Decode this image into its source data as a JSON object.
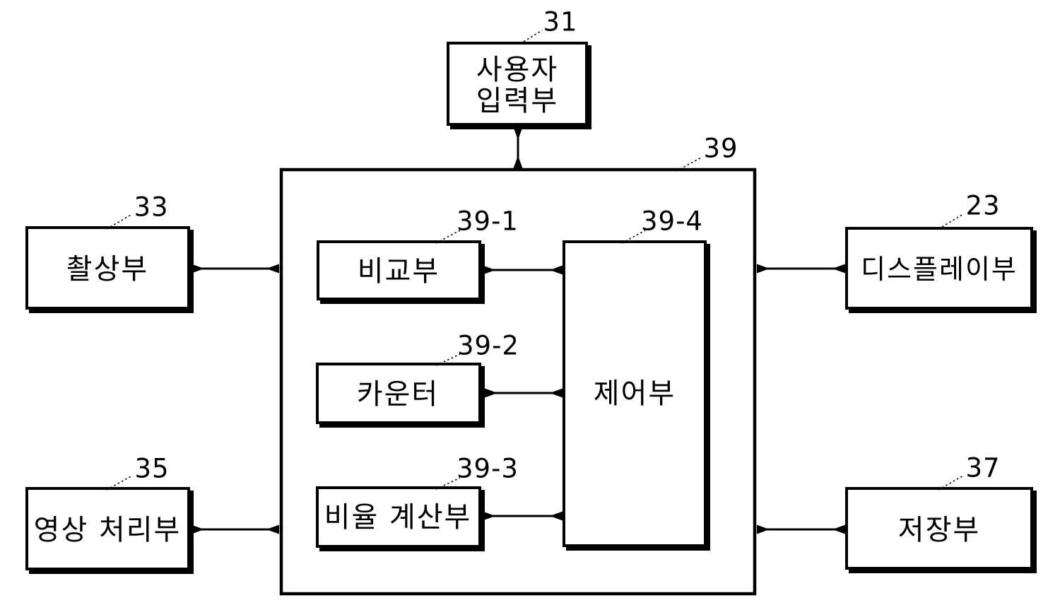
{
  "figure": {
    "type": "block-diagram",
    "background_color": "#ffffff",
    "line_color": "#000000",
    "boxes": {
      "user_input": {
        "ref": "31",
        "label": "사용자 입력부",
        "line1": "사용자",
        "line2": "입력부"
      },
      "main_unit": {
        "ref": "39"
      },
      "imaging": {
        "ref": "33",
        "label": "촬상부"
      },
      "image_processor": {
        "ref": "35",
        "label": "영상 처리부"
      },
      "display": {
        "ref": "23",
        "label": "디스플레이부"
      },
      "storage": {
        "ref": "37",
        "label": "저장부"
      },
      "comparator": {
        "ref": "39-1",
        "label": "비교부"
      },
      "counter": {
        "ref": "39-2",
        "label": "카운터"
      },
      "ratio_calculator": {
        "ref": "39-3",
        "label": "비율 계산부"
      },
      "controller": {
        "ref": "39-4",
        "label": "제어부"
      }
    }
  }
}
